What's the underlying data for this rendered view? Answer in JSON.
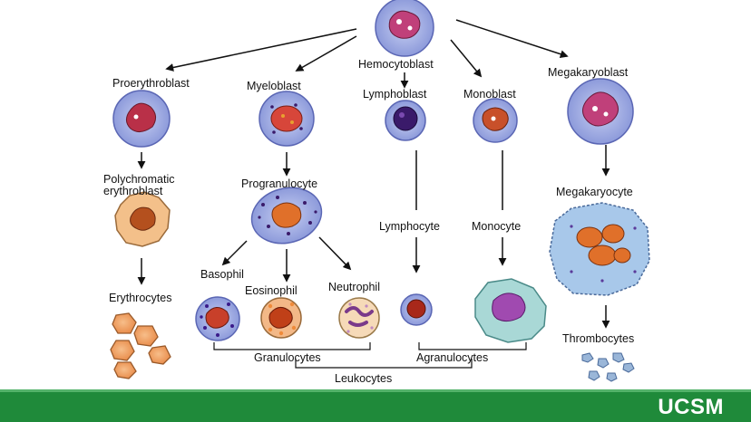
{
  "labels": {
    "hemocytoblast": "Hemocytoblast",
    "proerythroblast": "Proerythroblast",
    "myeloblast": "Myeloblast",
    "lymphoblast": "Lymphoblast",
    "monoblast": "Monoblast",
    "megakaryoblast": "Megakaryoblast",
    "polychromatic_1": "Polychromatic",
    "polychromatic_2": "erythroblast",
    "progranulocyte": "Progranulocyte",
    "lymphocyte": "Lymphocyte",
    "monocyte": "Monocyte",
    "megakaryocyte": "Megakaryocyte",
    "basophil": "Basophil",
    "eosinophil": "Eosinophil",
    "neutrophil": "Neutrophil",
    "erythrocytes": "Erythrocytes",
    "thrombocytes": "Thrombocytes",
    "granulocytes": "Granulocytes",
    "agranulocytes": "Agranulocytes",
    "leukocytes": "Leukocytes"
  },
  "footer": {
    "brand": "UCSM",
    "color": "#1f8a3a"
  },
  "colors": {
    "cytoplasm": "#9aa6e0",
    "nucleus": "#c23a4a",
    "rbc": "#f0a060",
    "platelet": "#9ab6d8"
  }
}
